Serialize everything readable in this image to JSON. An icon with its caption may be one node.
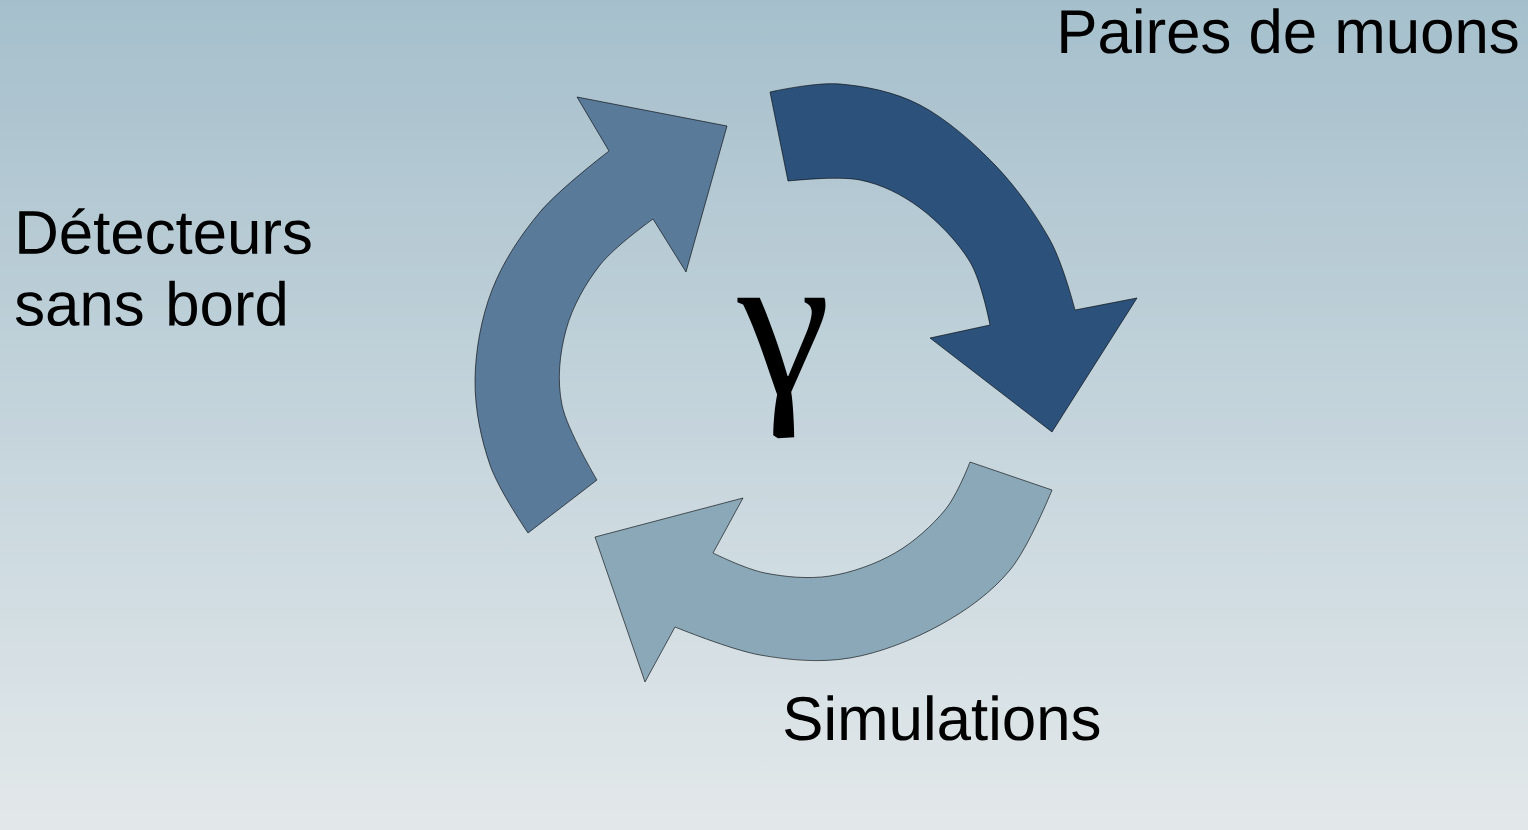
{
  "diagram": {
    "labels": [
      "Paires de muons",
      "Détecteurs sans bord",
      "γ",
      "Simulations"
    ]
  }
}
